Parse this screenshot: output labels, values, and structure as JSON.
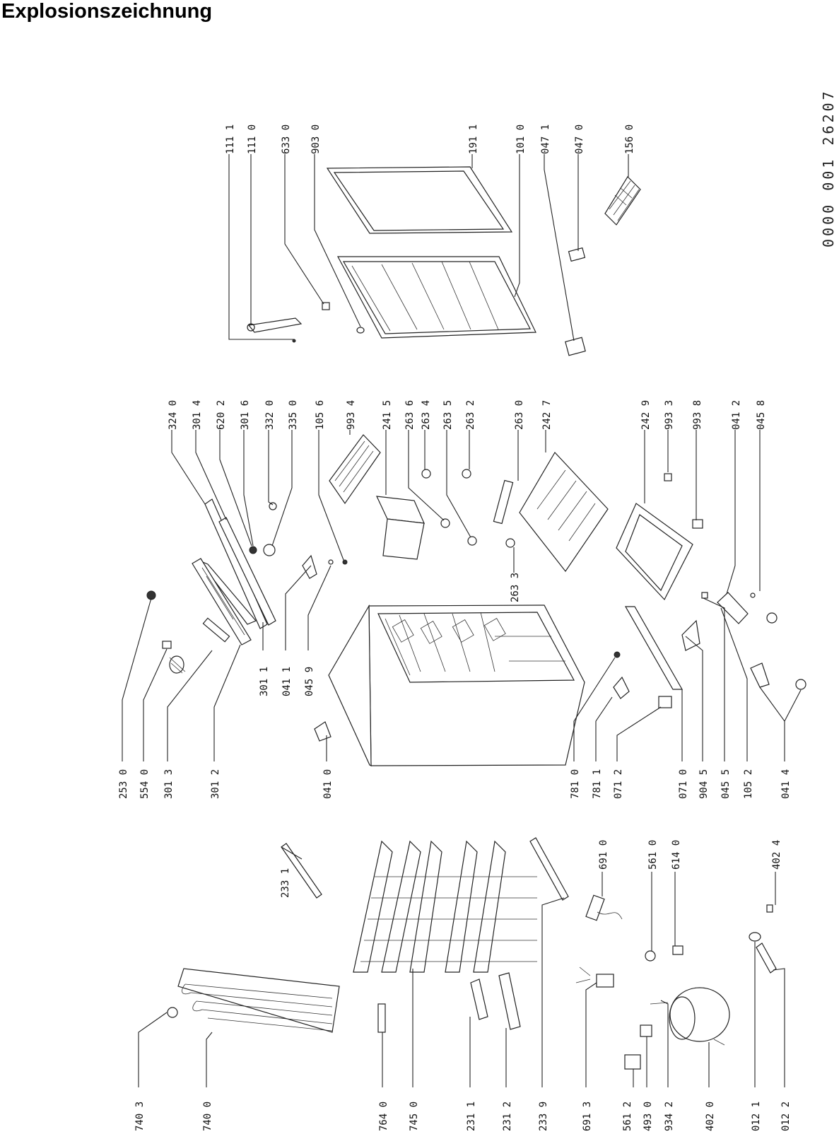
{
  "title": "Explosionszeichnung",
  "document_number": "0000 001 26207",
  "labels": [
    {
      "id": "L_1111",
      "text": "111 1"
    },
    {
      "id": "L_1110",
      "text": "111 0"
    },
    {
      "id": "L_6330",
      "text": "633 0"
    },
    {
      "id": "L_9030",
      "text": "903 0"
    },
    {
      "id": "L_1911",
      "text": "191 1"
    },
    {
      "id": "L_1010",
      "text": "101 0"
    },
    {
      "id": "L_0471",
      "text": "047 1"
    },
    {
      "id": "L_0470",
      "text": "047 0"
    },
    {
      "id": "L_1560",
      "text": "156 0"
    },
    {
      "id": "L_3240",
      "text": "324 0"
    },
    {
      "id": "L_3014",
      "text": "301 4"
    },
    {
      "id": "L_6202",
      "text": "620 2"
    },
    {
      "id": "L_3016",
      "text": "301 6"
    },
    {
      "id": "L_3320",
      "text": "332 0"
    },
    {
      "id": "L_3350",
      "text": "335 0"
    },
    {
      "id": "L_1056",
      "text": "105 6"
    },
    {
      "id": "L_9934",
      "text": "993 4"
    },
    {
      "id": "L_2415",
      "text": "241 5"
    },
    {
      "id": "L_2636",
      "text": "263 6"
    },
    {
      "id": "L_2634",
      "text": "263 4"
    },
    {
      "id": "L_2635",
      "text": "263 5"
    },
    {
      "id": "L_2632",
      "text": "263 2"
    },
    {
      "id": "L_2630",
      "text": "263 0"
    },
    {
      "id": "L_2427",
      "text": "242 7"
    },
    {
      "id": "L_2429",
      "text": "242 9"
    },
    {
      "id": "L_9933",
      "text": "993 3"
    },
    {
      "id": "L_9938",
      "text": "993 8"
    },
    {
      "id": "L_0412",
      "text": "041 2"
    },
    {
      "id": "L_0458",
      "text": "045 8"
    },
    {
      "id": "L_2633",
      "text": "263 3"
    },
    {
      "id": "L_3011",
      "text": "301 1"
    },
    {
      "id": "L_0411",
      "text": "041 1"
    },
    {
      "id": "L_0459",
      "text": "045 9"
    },
    {
      "id": "L_2530",
      "text": "253 0"
    },
    {
      "id": "L_5540",
      "text": "554 0"
    },
    {
      "id": "L_3013",
      "text": "301 3"
    },
    {
      "id": "L_3012",
      "text": "301 2"
    },
    {
      "id": "L_0410",
      "text": "041 0"
    },
    {
      "id": "L_7810",
      "text": "781 0"
    },
    {
      "id": "L_7811",
      "text": "781 1"
    },
    {
      "id": "L_0712",
      "text": "071 2"
    },
    {
      "id": "L_0710",
      "text": "071 0"
    },
    {
      "id": "L_9045",
      "text": "904 5"
    },
    {
      "id": "L_0455",
      "text": "045 5"
    },
    {
      "id": "L_1052",
      "text": "105 2"
    },
    {
      "id": "L_0414",
      "text": "041 4"
    },
    {
      "id": "L_2331",
      "text": "233 1"
    },
    {
      "id": "L_6910",
      "text": "691 0"
    },
    {
      "id": "L_5610",
      "text": "561 0"
    },
    {
      "id": "L_6140",
      "text": "614 0"
    },
    {
      "id": "L_4024",
      "text": "402 4"
    },
    {
      "id": "L_7403",
      "text": "740 3"
    },
    {
      "id": "L_7400",
      "text": "740 0"
    },
    {
      "id": "L_7640",
      "text": "764 0"
    },
    {
      "id": "L_7450",
      "text": "745 0"
    },
    {
      "id": "L_2311",
      "text": "231 1"
    },
    {
      "id": "L_2312",
      "text": "231 2"
    },
    {
      "id": "L_2339",
      "text": "233 9"
    },
    {
      "id": "L_6913",
      "text": "691 3"
    },
    {
      "id": "L_5612",
      "text": "561 2"
    },
    {
      "id": "L_4930",
      "text": "493 0"
    },
    {
      "id": "L_9342",
      "text": "934 2"
    },
    {
      "id": "L_4020",
      "text": "402 0"
    },
    {
      "id": "L_0121",
      "text": "012 1"
    },
    {
      "id": "L_0122",
      "text": "012 2"
    }
  ]
}
